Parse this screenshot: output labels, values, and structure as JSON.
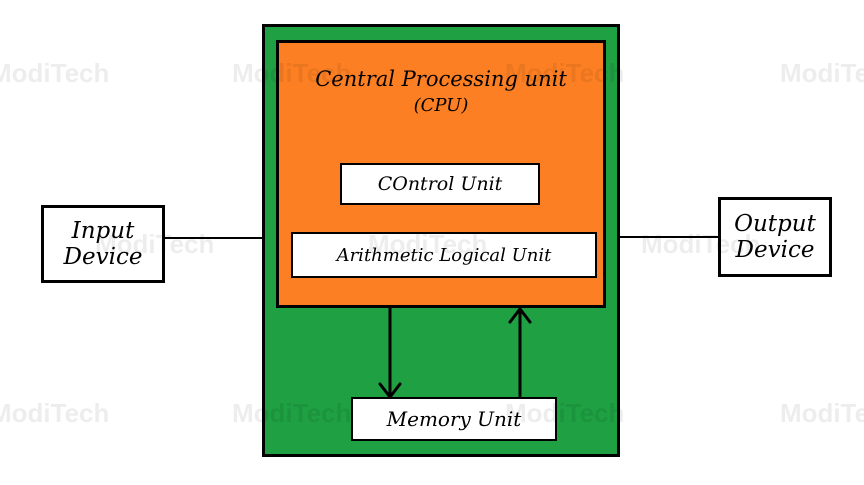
{
  "colors": {
    "outer_fill": "#1fa043",
    "cpu_fill": "#fd7f23",
    "stroke": "#000000",
    "box_fill": "#ffffff"
  },
  "watermark": "ModiTech",
  "input_device": {
    "line1": "Input",
    "line2": "Device"
  },
  "output_device": {
    "line1": "Output",
    "line2": "Device"
  },
  "cpu": {
    "title": "Central Processing unit",
    "abbrev": "(CPU)",
    "control_unit": "COntrol Unit",
    "alu": "Arithmetic Logical Unit"
  },
  "memory_unit": "Memory Unit"
}
